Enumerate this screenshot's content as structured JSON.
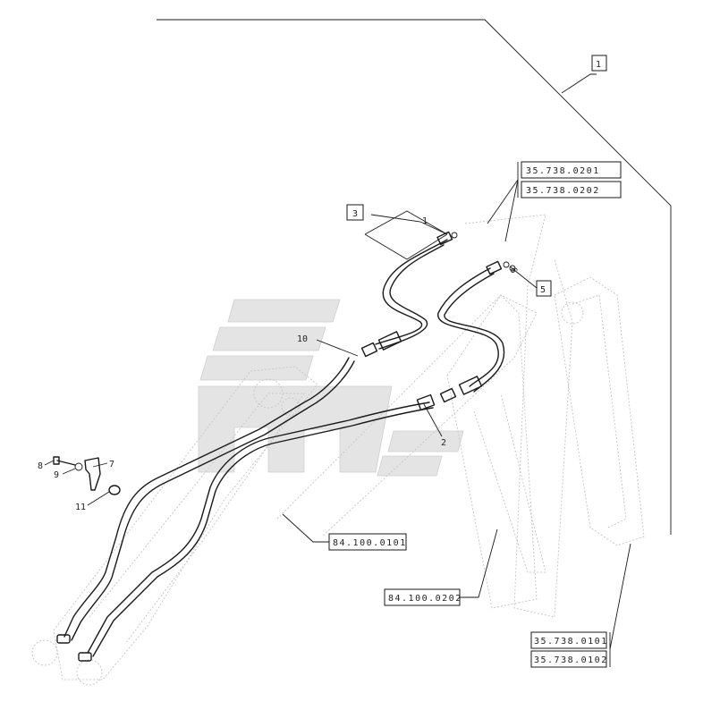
{
  "refs": {
    "r35_738_0201": "35.738.0201",
    "r35_738_0202": "35.738.0202",
    "r84_100_0101": "84.100.0101",
    "r84_100_0202": "84.100.0202",
    "r35_738_0101": "35.738.0101",
    "r35_738_0102": "35.738.0102"
  },
  "callouts": {
    "c1": "1",
    "c2": "2",
    "c3": "3",
    "c5": "5",
    "c6": "6",
    "c7": "7",
    "c8": "8",
    "c9": "9",
    "c10": "10",
    "c11": "11",
    "c_top": "1"
  },
  "colors": {
    "line": "#1a1a1a",
    "ghost": "#c8c8c8",
    "watermark": "#e4e4e4"
  }
}
